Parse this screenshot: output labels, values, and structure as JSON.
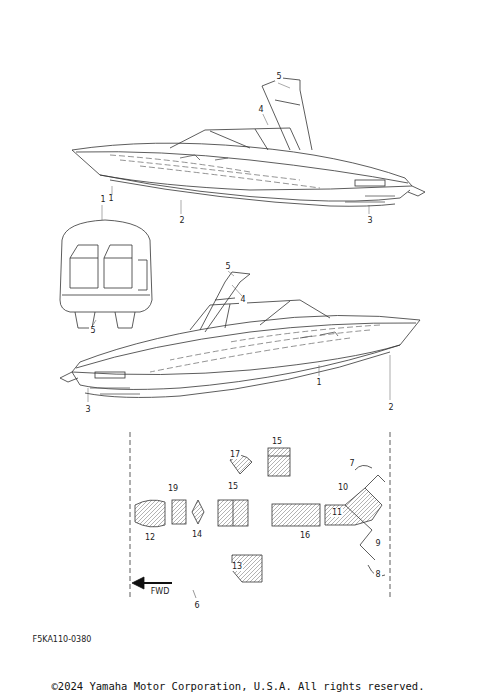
{
  "diagram": {
    "labels": [
      "5",
      "4",
      "1",
      "2",
      "3",
      "1",
      "5",
      "5",
      "4",
      "3",
      "1",
      "2",
      "15",
      "17",
      "19",
      "15",
      "12",
      "14",
      "16",
      "7",
      "10",
      "11",
      "9",
      "8",
      "13",
      "6",
      "FWD",
      "F5KA110-0380",
      "©2024 Yamaha Motor Corporation, U.S.A. All rights reserved."
    ]
  }
}
